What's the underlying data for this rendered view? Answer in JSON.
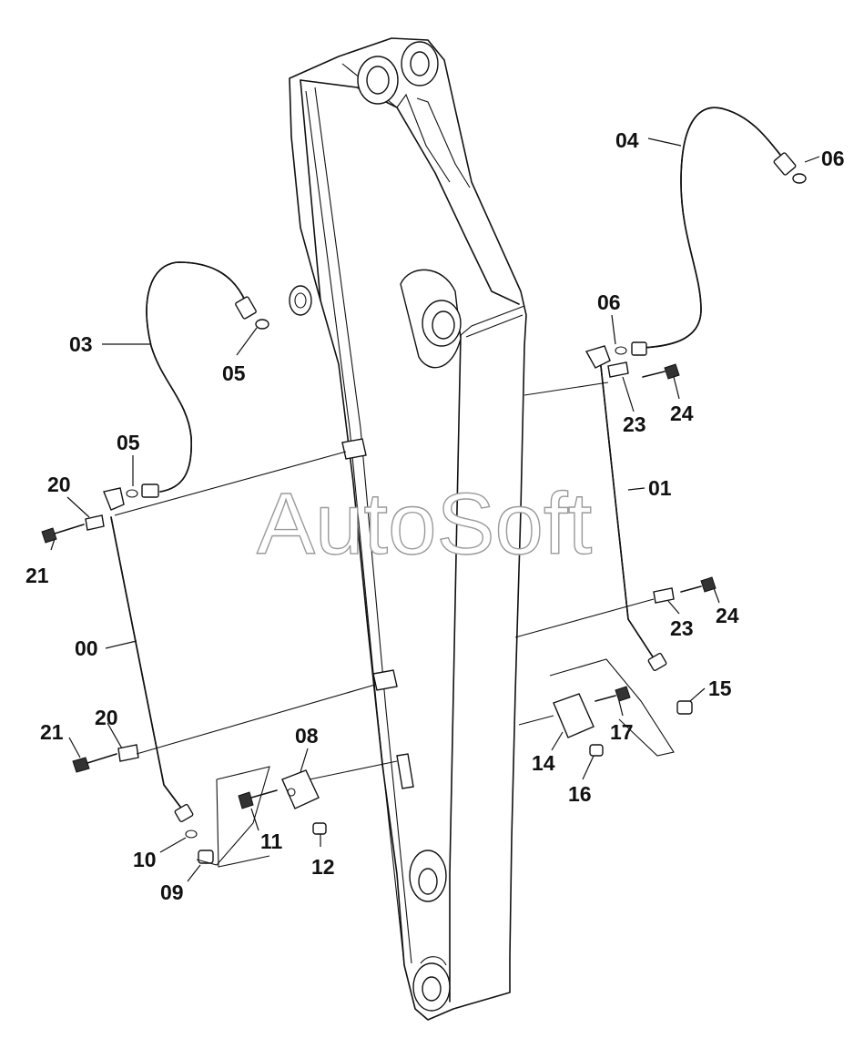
{
  "watermark": "AutoSoft",
  "callouts": {
    "c00": "00",
    "c01": "01",
    "c03": "03",
    "c04": "04",
    "c05a": "05",
    "c05b": "05",
    "c06a": "06",
    "c06b": "06",
    "c08": "08",
    "c09": "09",
    "c10": "10",
    "c11": "11",
    "c12": "12",
    "c14": "14",
    "c15": "15",
    "c16": "16",
    "c17": "17",
    "c20a": "20",
    "c20b": "20",
    "c21a": "21",
    "c21b": "21",
    "c23a": "23",
    "c23b": "23",
    "c24a": "24",
    "c24b": "24"
  }
}
